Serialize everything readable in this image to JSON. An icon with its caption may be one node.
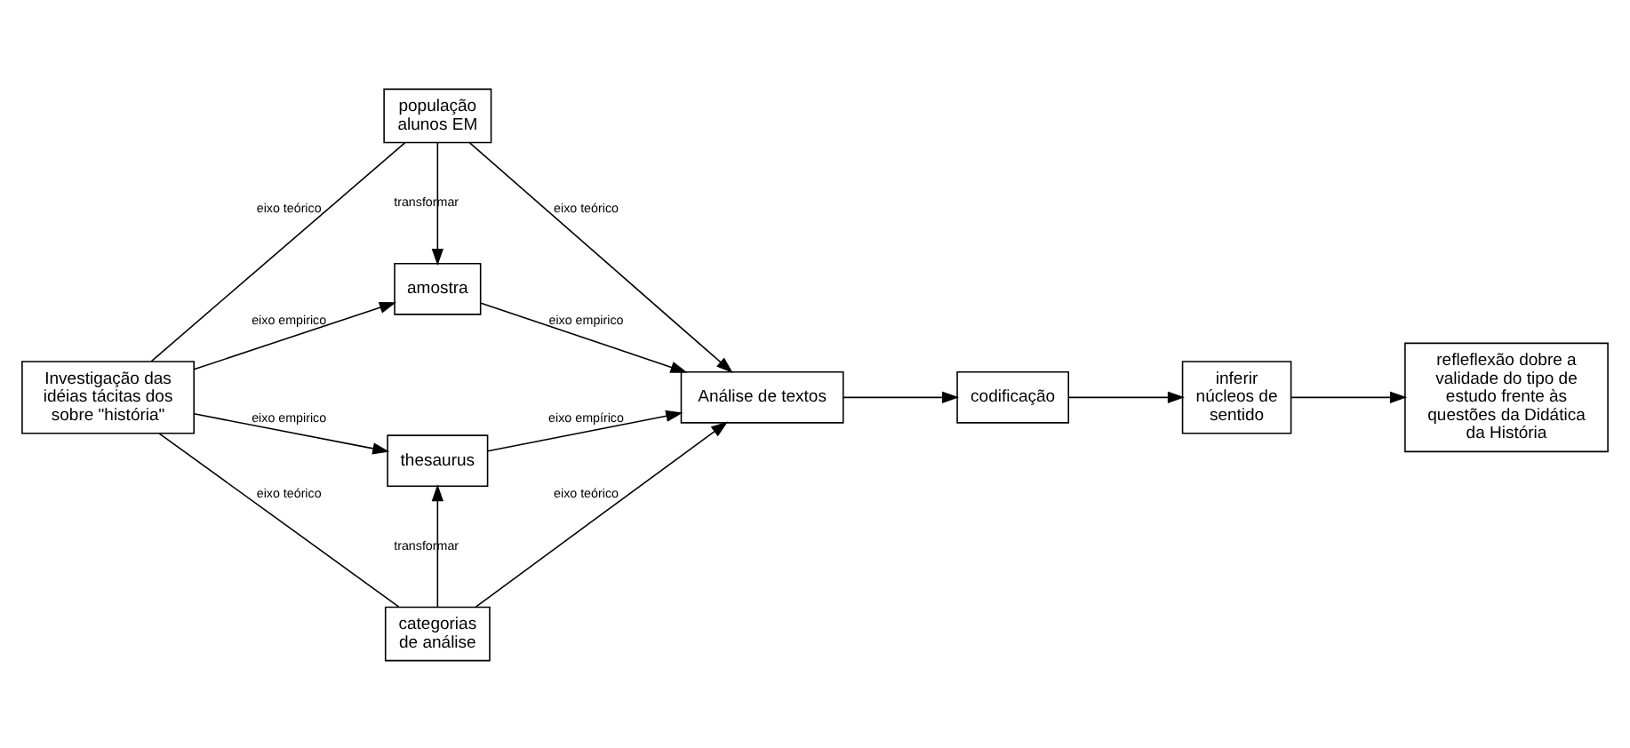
{
  "diagram": {
    "nodes": [
      {
        "text": [
          "população alunos EM"
        ]
      },
      {
        "text": [
          "Investigação das idéias tácitas dos sobre \"história\""
        ]
      },
      {
        "text": [
          "amostra"
        ]
      },
      {
        "text": [
          "Análise de textos"
        ]
      },
      {
        "text": [
          "thesaurus"
        ]
      },
      {
        "text": [
          "categorias de análise"
        ]
      },
      {
        "text": [
          "codificação"
        ]
      },
      {
        "text": [
          "inferir núcleos de sentido"
        ]
      },
      {
        "text": [
          "refleflexão dobre a validade do tipo de estudo frente às questões da Didática da História"
        ]
      }
    ],
    "edges": [
      {
        "from": 1,
        "to": 0,
        "arrow": "none",
        "label": "eixo teórico"
      },
      {
        "from": 0,
        "to": 3,
        "arrow": "to",
        "label": "eixo teórico"
      },
      {
        "from": 0,
        "to": 2,
        "arrow": "to",
        "label": "transformar"
      },
      {
        "from": 1,
        "to": 2,
        "arrow": "to",
        "label": "eixo empirico"
      },
      {
        "from": 2,
        "to": 3,
        "arrow": "to",
        "label": "eixo empirico"
      },
      {
        "from": 1,
        "to": 4,
        "arrow": "to",
        "label": "eixo empirico"
      },
      {
        "from": 4,
        "to": 3,
        "arrow": "to",
        "label": "eixo empírico"
      },
      {
        "from": 5,
        "to": 4,
        "arrow": "to",
        "label": "transformar"
      },
      {
        "from": 1,
        "to": 5,
        "arrow": "none",
        "label": "eixo teórico"
      },
      {
        "from": 5,
        "to": 3,
        "arrow": "to",
        "label": "eixo teórico"
      },
      {
        "from": 3,
        "to": 6,
        "arrow": "to"
      },
      {
        "from": 6,
        "to": 7,
        "arrow": "to"
      },
      {
        "from": 7,
        "to": 8,
        "arrow": "to"
      }
    ]
  }
}
